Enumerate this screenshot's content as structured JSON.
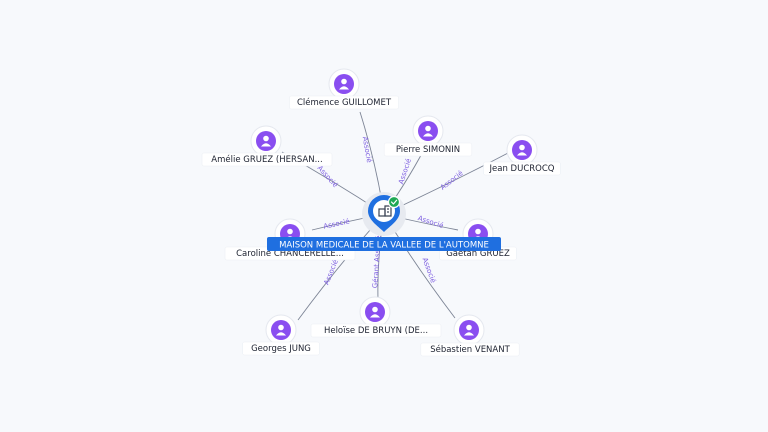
{
  "company": {
    "name": "MAISON MEDICALE DE LA VALLEE DE L'AUTOMNE",
    "verified_icon": "check-icon",
    "type_icon": "building-icon"
  },
  "people": [
    {
      "name": "Clémence GUILLOMET",
      "relation": "Associé"
    },
    {
      "name": "Pierre SIMONIN",
      "relation": "Associé"
    },
    {
      "name": "Jean DUCROCQ",
      "relation": "Associé"
    },
    {
      "name": "Amélie GRUEZ (HERSAN...",
      "relation": "Associé"
    },
    {
      "name": "Caroline CHANCERELLE...",
      "relation": "Associé"
    },
    {
      "name": "Gaëtan GRUEZ",
      "relation": "Associé"
    },
    {
      "name": "Georges JUNG",
      "relation": "Associé"
    },
    {
      "name": "Heloïse DE BRUYN (DE...",
      "relation": "Gérant Associé"
    },
    {
      "name": "Sébastien VENANT",
      "relation": "Associé"
    }
  ],
  "colors": {
    "person_node": "#8a4ef0",
    "company_node": "#1f6fe0",
    "edge_label": "#7c5de0",
    "verified": "#1ea854"
  }
}
